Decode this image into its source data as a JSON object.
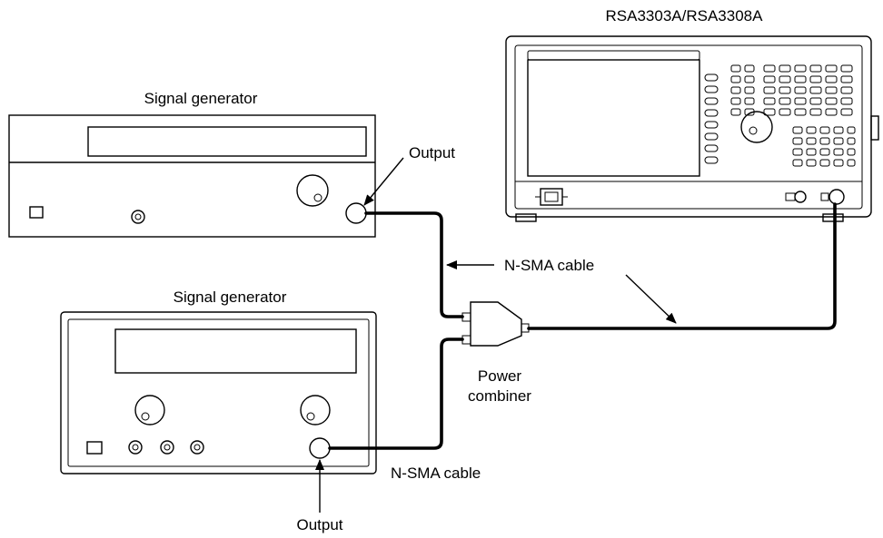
{
  "labels": {
    "analyzer": "RSA3303A/RSA3308A",
    "generator_top": "Signal generator",
    "generator_bottom": "Signal generator",
    "output_top": "Output",
    "output_bottom": "Output",
    "cable_top": "N-SMA cable",
    "cable_bottom": "N-SMA cable",
    "combiner_line1": "Power",
    "combiner_line2": "combiner"
  }
}
